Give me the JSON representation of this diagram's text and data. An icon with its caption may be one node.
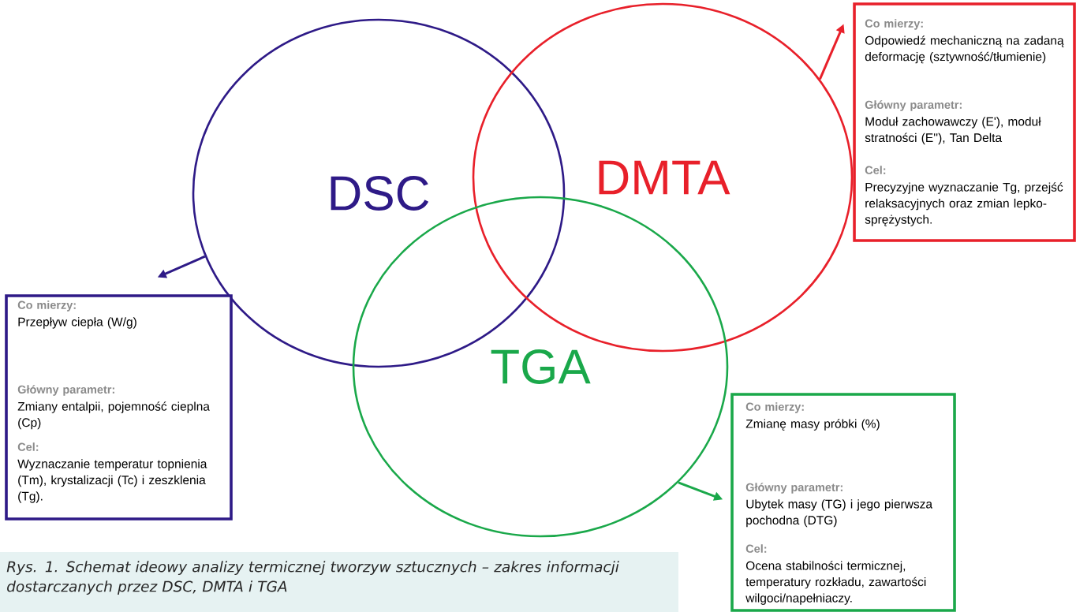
{
  "diagram": {
    "caption": "Rys. 1. Schemat ideowy analizy termicznej tworzyw sztucznych – zakres informacji dostarczanych przez DSC, DMTA i TGA",
    "nodes": [
      {
        "text": [
          "DSC"
        ]
      },
      {
        "text": [
          "DMTA"
        ]
      },
      {
        "text": [
          "TGA"
        ]
      },
      {
        "text": [
          "Co mierzy:",
          "Przepływ ciepła (W/g)",
          "Główny parametr:",
          "Zmiany entalpii, pojemność cieplna (Cp)",
          "Cel:",
          "Wyznaczanie temperatur topnienia (Tm), krystalizacji (Tc) i zeszklenia (Tg)."
        ]
      },
      {
        "text": [
          "Co mierzy:",
          "Odpowiedź mechaniczną na zadaną deformację (sztywność/tłumienie)",
          "Główny parametr:",
          "Moduł zachowawczy (E'), moduł stratności (E''), Tan Delta",
          "Cel:",
          "Precyzyjne wyznaczanie Tg, przejść relaksacyjnych oraz zmian lepko-sprężystych."
        ]
      },
      {
        "text": [
          "Co mierzy:",
          "Zmianę masy próbki (%)",
          "Główny parametr:",
          "Ubytek masy (TG) i jego pierwsza pochodna (DTG)",
          "Cel:",
          "Ocena stabilności termicznej, temperatury rozkładu, zawartości wilgoci/napełniaczy."
        ]
      }
    ],
    "edges": [
      {
        "from": 0,
        "to": 3,
        "arrow": "to",
        "color": "#2e1a87"
      },
      {
        "from": 1,
        "to": 4,
        "arrow": "to",
        "color": "#e8202a"
      },
      {
        "from": 2,
        "to": 5,
        "arrow": "to",
        "color": "#1aa84a"
      }
    ]
  }
}
